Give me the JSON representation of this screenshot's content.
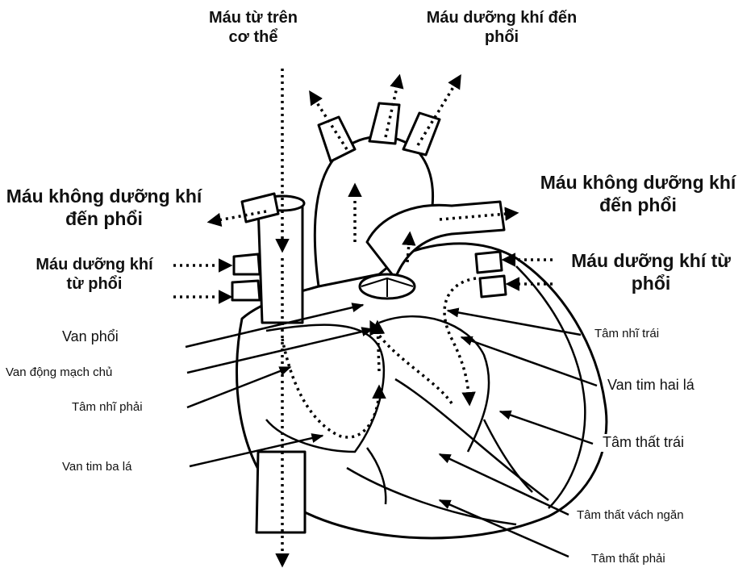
{
  "labels": {
    "top_left": "Máu từ trên cơ thể",
    "top_right": "Máu dưỡng khí đến phổi",
    "left_deox": "Máu không dưỡng khí đến phổi",
    "right_deox": "Máu không dưỡng khí đến phổi",
    "left_ox": "Máu dưỡng khí từ phổi",
    "right_ox": "Máu dưỡng khí từ phổi",
    "van_phoi": "Van phổi",
    "van_dmc": "Van động mạch chủ",
    "tam_nhi_phai": "Tâm nhĩ phải",
    "van_ba_la": "Van tim ba lá",
    "tam_nhi_trai": "Tâm nhĩ trái",
    "van_hai_la": "Van tim hai lá",
    "tam_that_trai": "Tâm thất trái",
    "vach_ngan": "Tâm thất vách ngăn",
    "tam_that_phai": "Tâm thất phải"
  }
}
